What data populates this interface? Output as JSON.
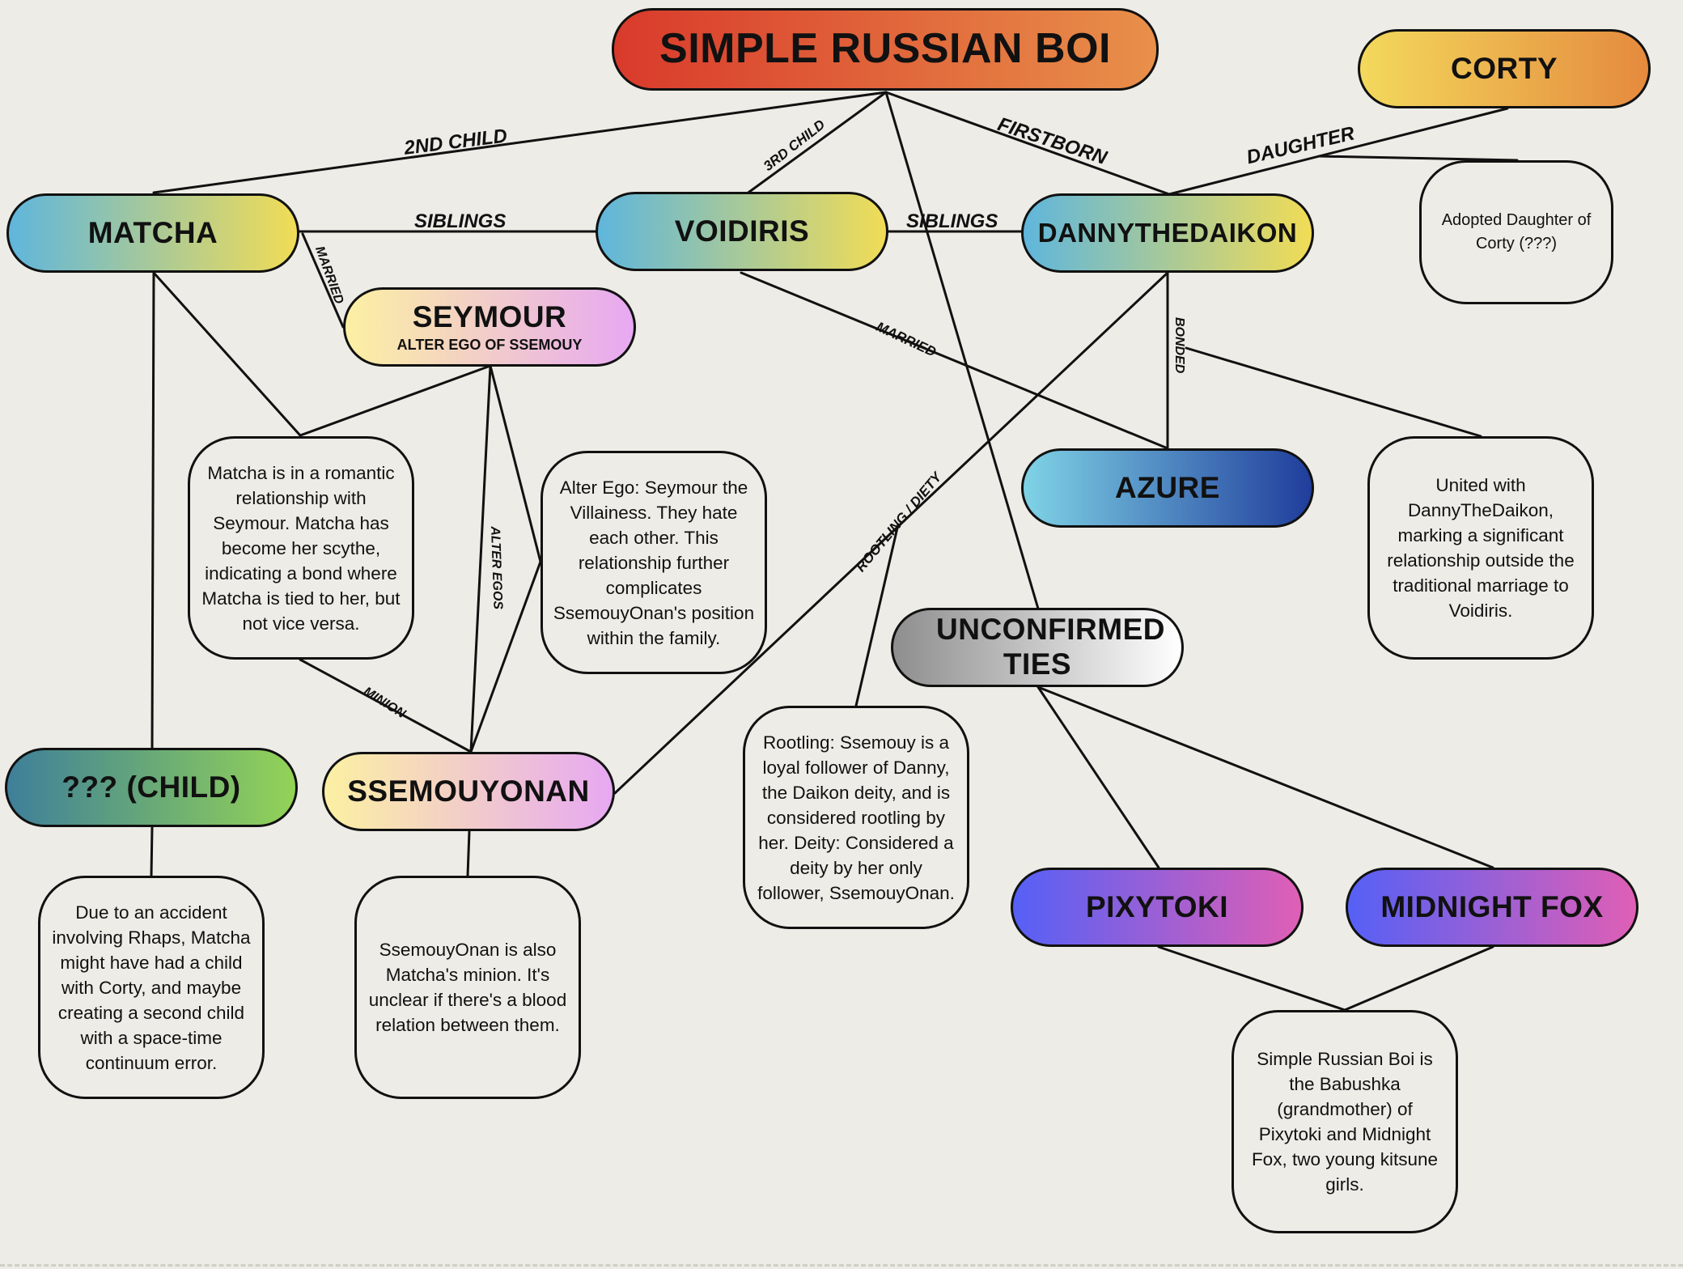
{
  "nodes": {
    "root": {
      "title": "SIMPLE RUSSIAN BOI",
      "gradient": [
        "#d93a2b",
        "#e8904a"
      ]
    },
    "corty": {
      "title": "CORTY",
      "gradient": [
        "#f3d95c",
        "#e58a3e"
      ]
    },
    "matcha": {
      "title": "MATCHA",
      "gradient": [
        "#5fb6dc",
        "#f1dc56"
      ]
    },
    "voidiris": {
      "title": "VOIDIRIS",
      "gradient": [
        "#5fb6dc",
        "#f1dc56"
      ]
    },
    "dannythedaikon": {
      "title": "DANNYTHEDAIKON",
      "gradient": [
        "#5fb6dc",
        "#f1dc56"
      ]
    },
    "seymour": {
      "title": "SEYMOUR",
      "subtitle": "ALTER EGO OF SSEMOUY",
      "gradient": [
        "#fcf0a2",
        "#e7a8f2"
      ]
    },
    "azure": {
      "title": "AZURE",
      "gradient": [
        "#7fd3e6",
        "#203d9c"
      ]
    },
    "unconfirmed": {
      "title": "UNCONFIRMED TIES",
      "gradient": [
        "#8e8e8e",
        "#ffffff"
      ]
    },
    "child": {
      "title": "??? (CHILD)",
      "gradient": [
        "#3e7f9a",
        "#93d356"
      ]
    },
    "ssemouyonan": {
      "title": "SSEMOUYONAN",
      "gradient": [
        "#fcf0a2",
        "#e7a8f2"
      ]
    },
    "pixytoki": {
      "title": "PIXYTOKI",
      "gradient": [
        "#5560f6",
        "#e05fb5"
      ]
    },
    "midnightfox": {
      "title": "MIDNIGHT FOX",
      "gradient": [
        "#5560f6",
        "#e05fb5"
      ]
    }
  },
  "notes": {
    "corty_daughter": "Adopted Daughter of Corty  (???)",
    "matcha_romance": "Matcha is in a romantic relationship with Seymour. Matcha has become her scythe, indicating a bond where Matcha is tied to her, but not vice versa.",
    "alter_ego": "Alter Ego: Seymour the Villainess. They hate each other. This relationship further complicates SsemouyOnan's position within the family.",
    "united_danny": "United with DannyTheDaikon, marking a significant relationship outside the traditional marriage to Voidiris.",
    "rootling": "Rootling: Ssemouy is a loyal follower of Danny, the Daikon deity, and is considered rootling by her. Deity: Considered a deity by her only follower, SsemouyOnan.",
    "child_accident": "Due to an accident involving Rhaps, Matcha might have had a child with Corty, and maybe creating a second child with a space-time continuum error.",
    "minion": "SsemouyOnan is also Matcha's minion. It's unclear if there's a blood relation between them.",
    "babushka": "Simple Russian Boi is the Babushka (grandmother) of Pixytoki and Midnight Fox, two young kitsune girls."
  },
  "labels": {
    "second_child": "2ND CHILD",
    "third_child": "3RD CHILD",
    "firstborn": "FIRSTBORN",
    "daughter": "DAUGHTER",
    "siblings_1": "SIBLINGS",
    "siblings_2": "SIBLINGS",
    "married_1": "MARRIED",
    "married_2": "MARRIED",
    "bonded": "BONDED",
    "alter_egos": "ALTER EGOS",
    "rootling_deity": "ROOTLING / DIETY",
    "minion": "MINION"
  },
  "style": {
    "line_color": "#111111",
    "background": "#edece6"
  }
}
